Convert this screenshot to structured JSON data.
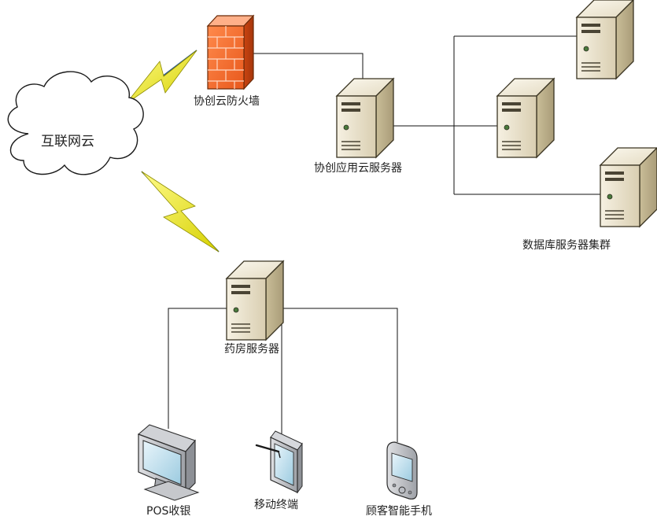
{
  "labels": {
    "internet_cloud": "互联网云",
    "firewall": "协创云防火墙",
    "app_server": "协创应用云服务器",
    "db_cluster": "数据库服务器集群",
    "pharmacy_server": "药房服务器",
    "pos": "POS收银",
    "mobile_terminal": "移动终端",
    "customer_phone": "顾客智能手机"
  },
  "nodes": [
    {
      "id": "internet-cloud",
      "type": "cloud",
      "icon": "cloud-icon"
    },
    {
      "id": "firewall",
      "type": "firewall",
      "icon": "firewall-icon"
    },
    {
      "id": "app-server",
      "type": "server",
      "icon": "server-icon"
    },
    {
      "id": "db-server-1",
      "type": "server",
      "icon": "server-icon"
    },
    {
      "id": "db-server-2",
      "type": "server",
      "icon": "server-icon"
    },
    {
      "id": "db-server-3",
      "type": "server",
      "icon": "server-icon"
    },
    {
      "id": "pharmacy-server",
      "type": "server",
      "icon": "server-icon"
    },
    {
      "id": "pos",
      "type": "monitor",
      "icon": "monitor-icon"
    },
    {
      "id": "mobile-terminal",
      "type": "tablet",
      "icon": "tablet-icon"
    },
    {
      "id": "customer-phone",
      "type": "phone",
      "icon": "smartphone-icon"
    }
  ],
  "edges": [
    {
      "from": "internet-cloud",
      "to": "firewall",
      "style": "lightning"
    },
    {
      "from": "internet-cloud",
      "to": "pharmacy-server",
      "style": "lightning"
    },
    {
      "from": "firewall",
      "to": "app-server",
      "style": "line"
    },
    {
      "from": "app-server",
      "to": "db-server-1",
      "style": "line"
    },
    {
      "from": "app-server",
      "to": "db-server-2",
      "style": "line"
    },
    {
      "from": "app-server",
      "to": "db-server-3",
      "style": "line"
    },
    {
      "from": "pharmacy-server",
      "to": "pos",
      "style": "line"
    },
    {
      "from": "pharmacy-server",
      "to": "mobile-terminal",
      "style": "line"
    },
    {
      "from": "pharmacy-server",
      "to": "customer-phone",
      "style": "line"
    }
  ]
}
